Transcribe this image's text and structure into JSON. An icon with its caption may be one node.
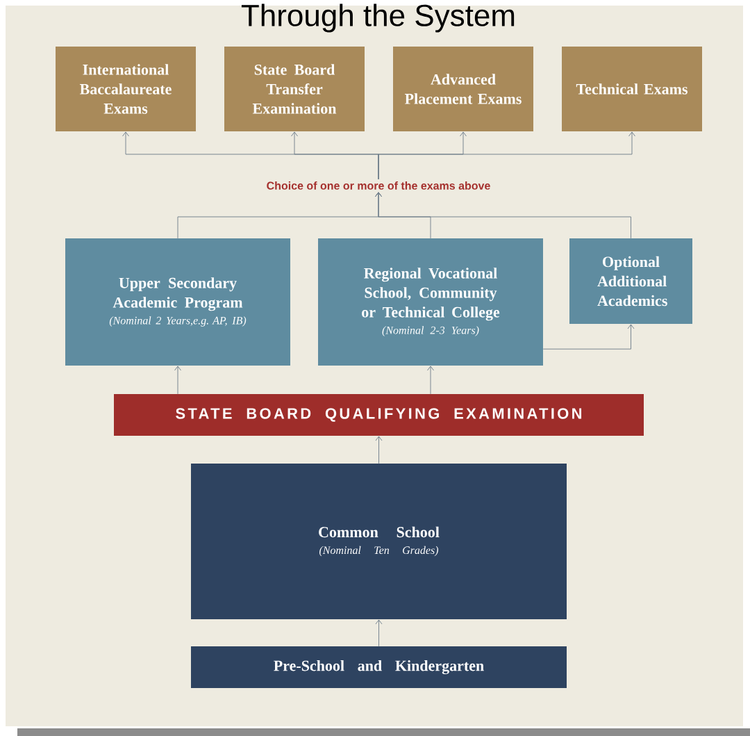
{
  "diagram": {
    "title": "Through the System",
    "nodes": [
      {
        "text": [
          "International Baccalaureate Exams"
        ]
      },
      {
        "text": [
          "State Board Transfer Examination"
        ]
      },
      {
        "text": [
          "Advanced Placement Exams"
        ]
      },
      {
        "text": [
          "Technical Exams"
        ]
      },
      {
        "text": [
          "Choice of one or more of the exams above"
        ]
      },
      {
        "text": [
          "Upper Secondary Academic Program",
          "(Nominal 2 Years,e.g. AP, IB)"
        ]
      },
      {
        "text": [
          "Regional Vocational School, Community or Technical College",
          "(Nominal 2-3 Years)"
        ]
      },
      {
        "text": [
          "Optional Additional Academics"
        ]
      },
      {
        "text": [
          "STATE BOARD QUALIFYING EXAMINATION"
        ]
      },
      {
        "text": [
          "Common School",
          "(Nominal Ten Grades)"
        ]
      },
      {
        "text": [
          "Pre-School and Kindergarten"
        ]
      }
    ],
    "edges": [
      {
        "from": 5,
        "to": 4,
        "arrow": "to"
      },
      {
        "from": 6,
        "to": 4,
        "arrow": "to"
      },
      {
        "from": 7,
        "to": 4,
        "arrow": "to"
      },
      {
        "from": 4,
        "to": 0,
        "arrow": "to"
      },
      {
        "from": 4,
        "to": 1,
        "arrow": "to"
      },
      {
        "from": 4,
        "to": 2,
        "arrow": "to"
      },
      {
        "from": 4,
        "to": 3,
        "arrow": "to"
      },
      {
        "from": 6,
        "to": 7,
        "arrow": "to"
      },
      {
        "from": 8,
        "to": 5,
        "arrow": "to"
      },
      {
        "from": 8,
        "to": 6,
        "arrow": "to"
      },
      {
        "from": 9,
        "to": 8,
        "arrow": "to"
      },
      {
        "from": 10,
        "to": 9,
        "arrow": "to"
      }
    ]
  }
}
